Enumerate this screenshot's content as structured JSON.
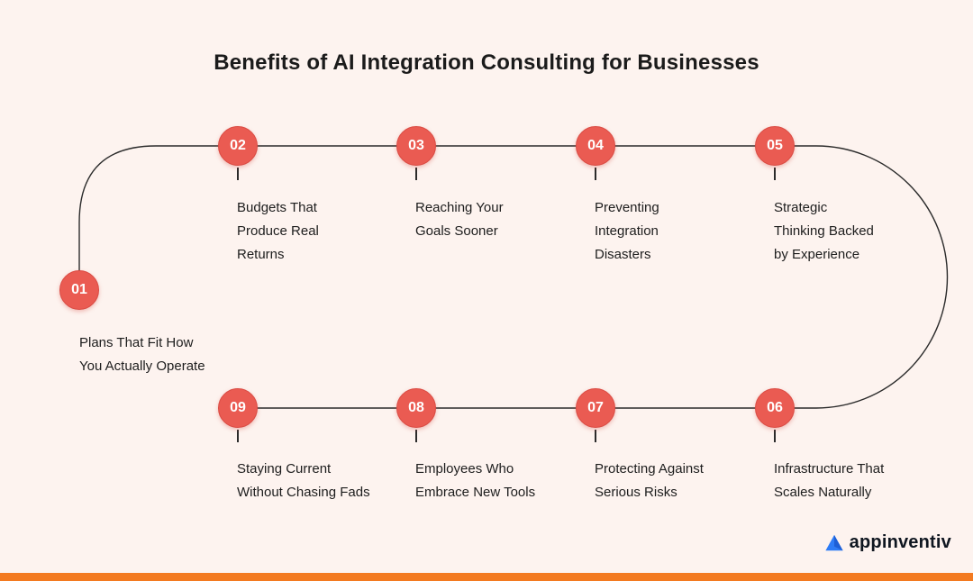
{
  "title": "Benefits of AI Integration Consulting for Businesses",
  "steps": [
    {
      "number": "01",
      "lines": [
        "Plans That Fit How",
        "You Actually Operate"
      ]
    },
    {
      "number": "02",
      "lines": [
        "Budgets That",
        "Produce Real",
        "Returns"
      ]
    },
    {
      "number": "03",
      "lines": [
        "Reaching Your",
        "Goals Sooner"
      ]
    },
    {
      "number": "04",
      "lines": [
        "Preventing",
        "Integration",
        "Disasters"
      ]
    },
    {
      "number": "05",
      "lines": [
        "Strategic",
        "Thinking Backed",
        "by Experience"
      ]
    },
    {
      "number": "06",
      "lines": [
        "Infrastructure That",
        "Scales Naturally"
      ]
    },
    {
      "number": "07",
      "lines": [
        "Protecting Against",
        "Serious Risks"
      ]
    },
    {
      "number": "08",
      "lines": [
        "Employees Who",
        "Embrace New Tools"
      ]
    },
    {
      "number": "09",
      "lines": [
        "Staying Current",
        "Without Chasing Fads"
      ]
    }
  ],
  "logo": {
    "name": "appinventiv"
  },
  "colors": {
    "background": "#FDF3EF",
    "node_fill": "#EA5B52",
    "path_line": "#2B2B2B",
    "footer_bar": "#F37A20",
    "text": "#1D1D1D",
    "logo_triangle": "#2E7CF6"
  }
}
